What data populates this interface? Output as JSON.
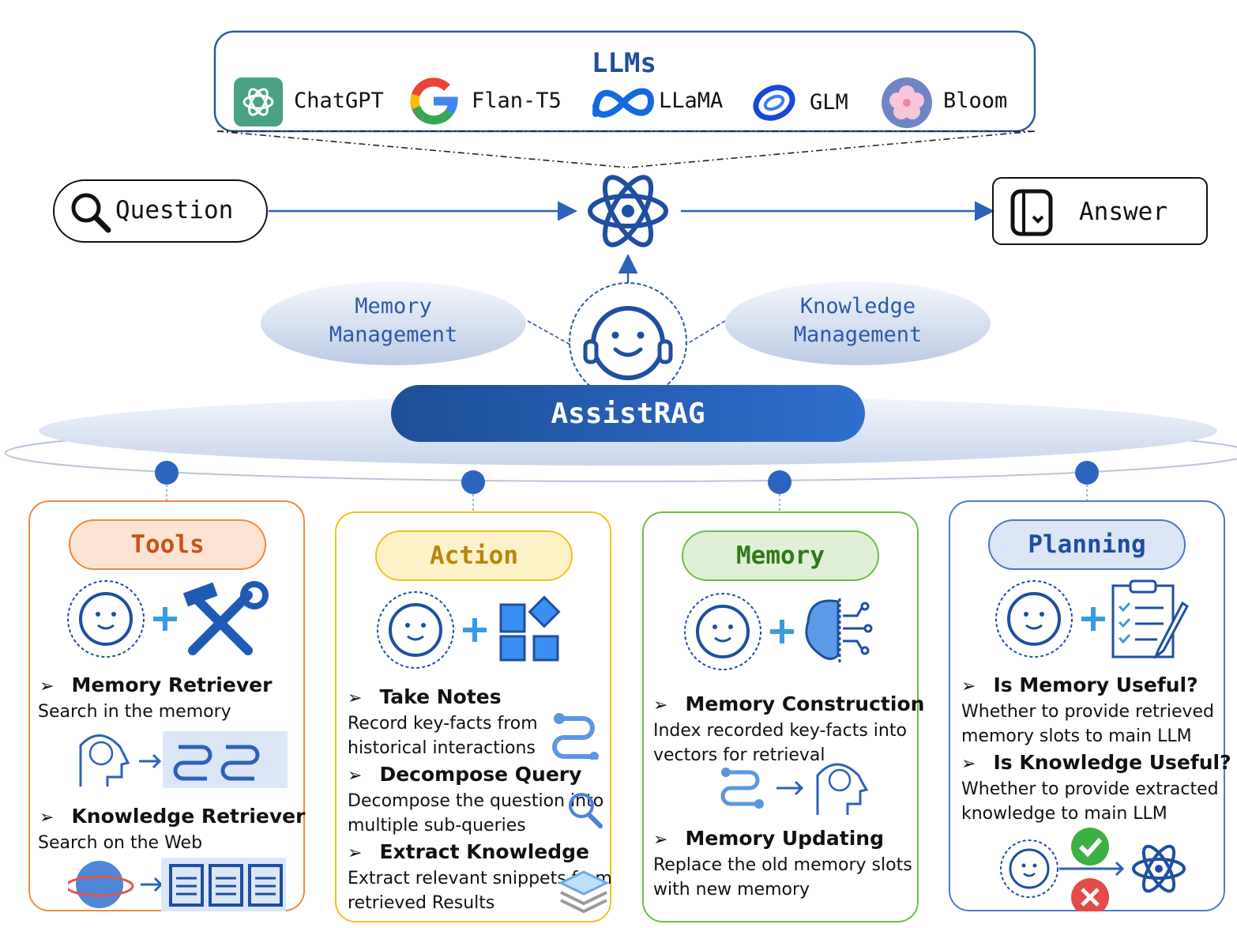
{
  "llms": {
    "title": "LLMs",
    "models": [
      {
        "name": "ChatGPT",
        "icon": "chatgpt-logo-icon"
      },
      {
        "name": "Flan-T5",
        "icon": "google-logo-icon"
      },
      {
        "name": "LLaMA",
        "icon": "meta-logo-icon"
      },
      {
        "name": "GLM",
        "icon": "glm-logo-icon"
      },
      {
        "name": "Bloom",
        "icon": "bloom-flower-icon"
      }
    ]
  },
  "flow": {
    "question": "Question",
    "answer": "Answer"
  },
  "management": {
    "memory": [
      "Memory",
      "Management"
    ],
    "knowledge": [
      "Knowledge",
      "Management"
    ]
  },
  "assistant": {
    "name": "AssistRAG"
  },
  "colors": {
    "tools": "#f08a3c",
    "action": "#f2c21a",
    "memory": "#6cbf4a",
    "planning": "#4a78c8",
    "primary": "#2c62b8"
  },
  "modules": {
    "tools": {
      "title": "Tools",
      "items": [
        {
          "title": "Memory Retriever",
          "desc": [
            "Search in the memory"
          ]
        },
        {
          "title": "Knowledge Retriever",
          "desc": [
            "Search on the Web"
          ]
        }
      ]
    },
    "action": {
      "title": "Action",
      "items": [
        {
          "title": "Take Notes",
          "desc": [
            "Record key-facts from",
            "historical interactions"
          ]
        },
        {
          "title": "Decompose Query",
          "desc": [
            "Decompose the question into",
            "multiple sub-queries"
          ]
        },
        {
          "title": "Extract Knowledge",
          "desc": [
            "Extract relevant snippets from",
            "retrieved Results"
          ]
        }
      ]
    },
    "memory": {
      "title": "Memory",
      "items": [
        {
          "title": "Memory Construction",
          "desc": [
            "Index recorded key-facts into",
            "vectors for retrieval"
          ]
        },
        {
          "title": "Memory Updating",
          "desc": [
            "Replace the old memory slots",
            "with new memory"
          ]
        }
      ]
    },
    "planning": {
      "title": "Planning",
      "items": [
        {
          "title": "Is Memory Useful?",
          "desc": [
            "Whether to provide retrieved",
            "memory slots to main LLM"
          ]
        },
        {
          "title": "Is Knowledge Useful?",
          "desc": [
            "Whether to provide extracted",
            "knowledge to main LLM"
          ]
        }
      ]
    }
  }
}
